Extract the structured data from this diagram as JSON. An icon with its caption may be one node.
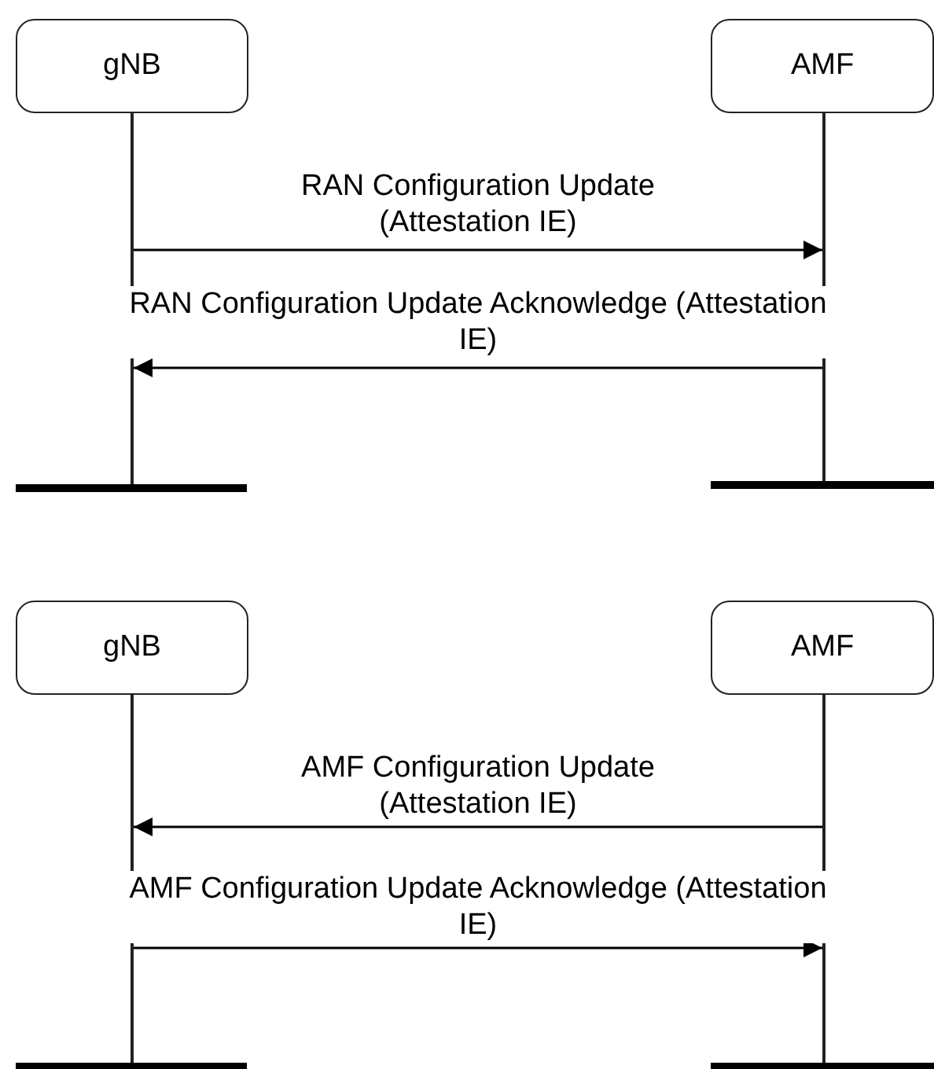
{
  "diagram": {
    "nodes": [
      {
        "text": [
          "gNB"
        ]
      },
      {
        "text": [
          "AMF"
        ]
      },
      {
        "text": [],
        "shape": "line"
      },
      {
        "text": [],
        "shape": "line"
      },
      {
        "text": [
          "gNB"
        ]
      },
      {
        "text": [
          "AMF"
        ]
      },
      {
        "text": [],
        "shape": "line"
      },
      {
        "text": [],
        "shape": "line"
      }
    ],
    "edges": [
      {
        "from": 2,
        "to": 3,
        "arrow": "to",
        "label": "RAN Configuration Update (Attestation IE)"
      },
      {
        "from": 3,
        "to": 2,
        "arrow": "to",
        "label": "RAN Configuration Update Acknowledge (Attestation IE)"
      },
      {
        "from": 7,
        "to": 6,
        "arrow": "to",
        "label": "AMF Configuration Update (Attestation IE)"
      },
      {
        "from": 6,
        "to": 7,
        "arrow": "to",
        "label": "AMF Configuration Update Acknowledge (Attestation IE)"
      }
    ]
  }
}
